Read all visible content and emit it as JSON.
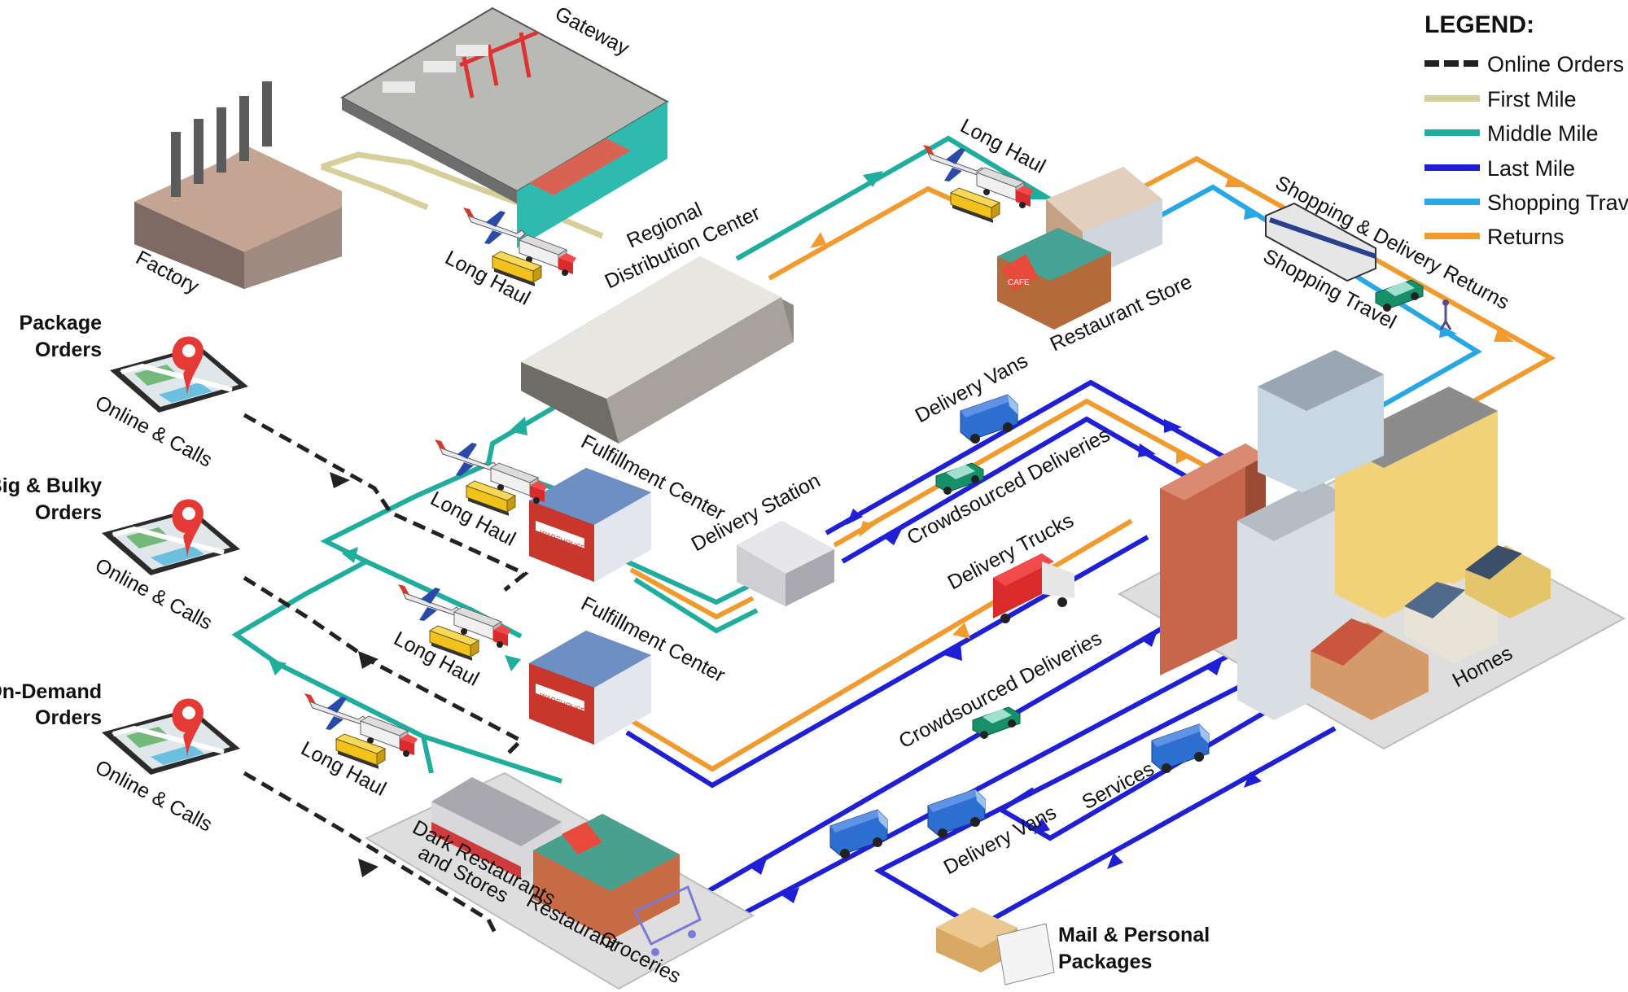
{
  "legend": {
    "title": "LEGEND:",
    "items": [
      {
        "label": "Online Orders",
        "color": "#222222",
        "style": "dashed"
      },
      {
        "label": "First Mile",
        "color": "#d6cf9a",
        "style": "solid"
      },
      {
        "label": "Middle Mile",
        "color": "#1fae9e",
        "style": "solid"
      },
      {
        "label": "Last Mile",
        "color": "#1f1fd6",
        "style": "solid"
      },
      {
        "label": "Shopping Travel",
        "color": "#27a7e6",
        "style": "solid"
      },
      {
        "label": "Returns",
        "color": "#f29a2e",
        "style": "solid"
      }
    ]
  },
  "orders": {
    "package": {
      "line1": "Package",
      "line2": "Orders",
      "phone_label": "Online & Calls"
    },
    "bulky": {
      "line1": "Big & Bulky",
      "line2": "Orders",
      "phone_label": "Online & Calls"
    },
    "ondemand": {
      "line1": "On-Demand",
      "line2": "Orders",
      "phone_label": "Online & Calls"
    }
  },
  "nodes": {
    "factory": "Factory",
    "gateway": "Gateway",
    "rdc_line1": "Regional",
    "rdc_line2": "Distribution Center",
    "fulfillment_1": "Fulfillment Center",
    "fulfillment_2": "Fulfillment Center",
    "delivery_station": "Delivery Station",
    "restaurant_store": "Restaurant  Store",
    "dark_line1": "Dark Restaurants",
    "dark_line2": "and Stores",
    "restaurant": "Restaurant",
    "groceries": "Groceries",
    "homes": "Homes",
    "mail_line1": "Mail & Personal",
    "mail_line2": "Packages",
    "warehouse_sign": "WAREHOUSE",
    "cafe_sign": "CAFE"
  },
  "route_labels": {
    "long_haul_1": "Long Haul",
    "long_haul_2": "Long Haul",
    "long_haul_3": "Long Haul",
    "long_haul_4": "Long Haul",
    "long_haul_5": "Long Haul",
    "delivery_vans_1": "Delivery Vans",
    "crowdsourced_1": "Crowdsourced Deliveries",
    "delivery_trucks": "Delivery Trucks",
    "crowdsourced_2": "Crowdsourced Deliveries",
    "delivery_vans_2": "Delivery Vans",
    "services": "Services",
    "shopping_returns": "Shopping & Delivery Returns",
    "shopping_travel": "Shopping Travel"
  }
}
